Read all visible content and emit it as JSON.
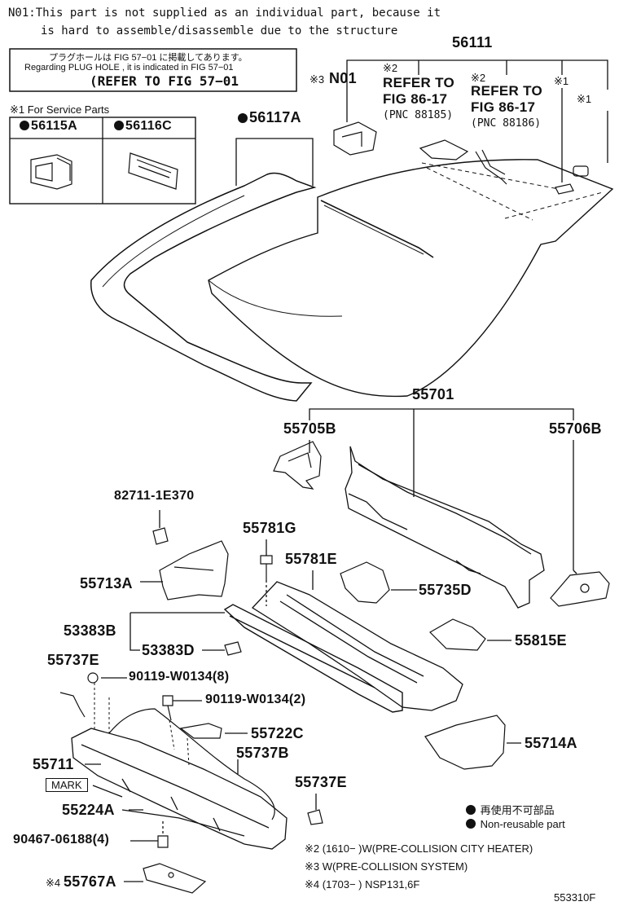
{
  "notes": {
    "n01_line1": "N01:This part is not supplied as an individual part,  because it",
    "n01_line2": "is hard to assemble/disassemble due to the structure",
    "plug_jp": "プラグホールは FIG 57−01 に掲載してあります。",
    "plug_en": "Regarding  PLUG HOLE , it is indicated in FIG  57−01",
    "plug_ref": "(REFER TO FIG 57−01",
    "service_parts": "※1 For Service Parts"
  },
  "service_box": {
    "left_part": "56115A",
    "right_part": "56116C"
  },
  "labels": {
    "p56111": "56111",
    "p56117a": "56117A",
    "n01": "N01",
    "n01_prefix": "※3",
    "ref1_prefix": "※2",
    "ref1_line1": "REFER TO",
    "ref1_line2": "FIG 86-17",
    "ref1_line3": "(PNC 88185)",
    "ref2_prefix": "※2",
    "ref2_line1": "REFER TO",
    "ref2_line2": "FIG 86-17",
    "ref2_line3": "(PNC 88186)",
    "star1_a": "※1",
    "star1_b": "※1",
    "p55701": "55701",
    "p55705b": "55705B",
    "p55706b": "55706B",
    "p82711": "82711-1E370",
    "p55781g": "55781G",
    "p55713a": "55713A",
    "p55781e": "55781E",
    "p55735d": "55735D",
    "p53383b": "53383B",
    "p53383d": "53383D",
    "p55815e": "55815E",
    "p55737e_top": "55737E",
    "p90119_8": "90119-W0134(8)",
    "p90119_2": "90119-W0134(2)",
    "p55722c": "55722C",
    "p55714a": "55714A",
    "p55711": "55711",
    "p55737b": "55737B",
    "mark": "MARK",
    "p55737e_bottom": "55737E",
    "p55224a": "55224A",
    "p90467": "90467-06188(4)",
    "p55767a_prefix": "※4",
    "p55767a": "55767A"
  },
  "legend": {
    "jp": "再使用不可部品",
    "en": "Non-reusable part",
    "f2": "※2 (1610−      )W(PRE-COLLISION CITY HEATER)",
    "f3": "※3 W(PRE-COLLISION SYSTEM)",
    "f4": "※4 (1703−      ) NSP131,6F"
  },
  "figure_id": "553310F"
}
